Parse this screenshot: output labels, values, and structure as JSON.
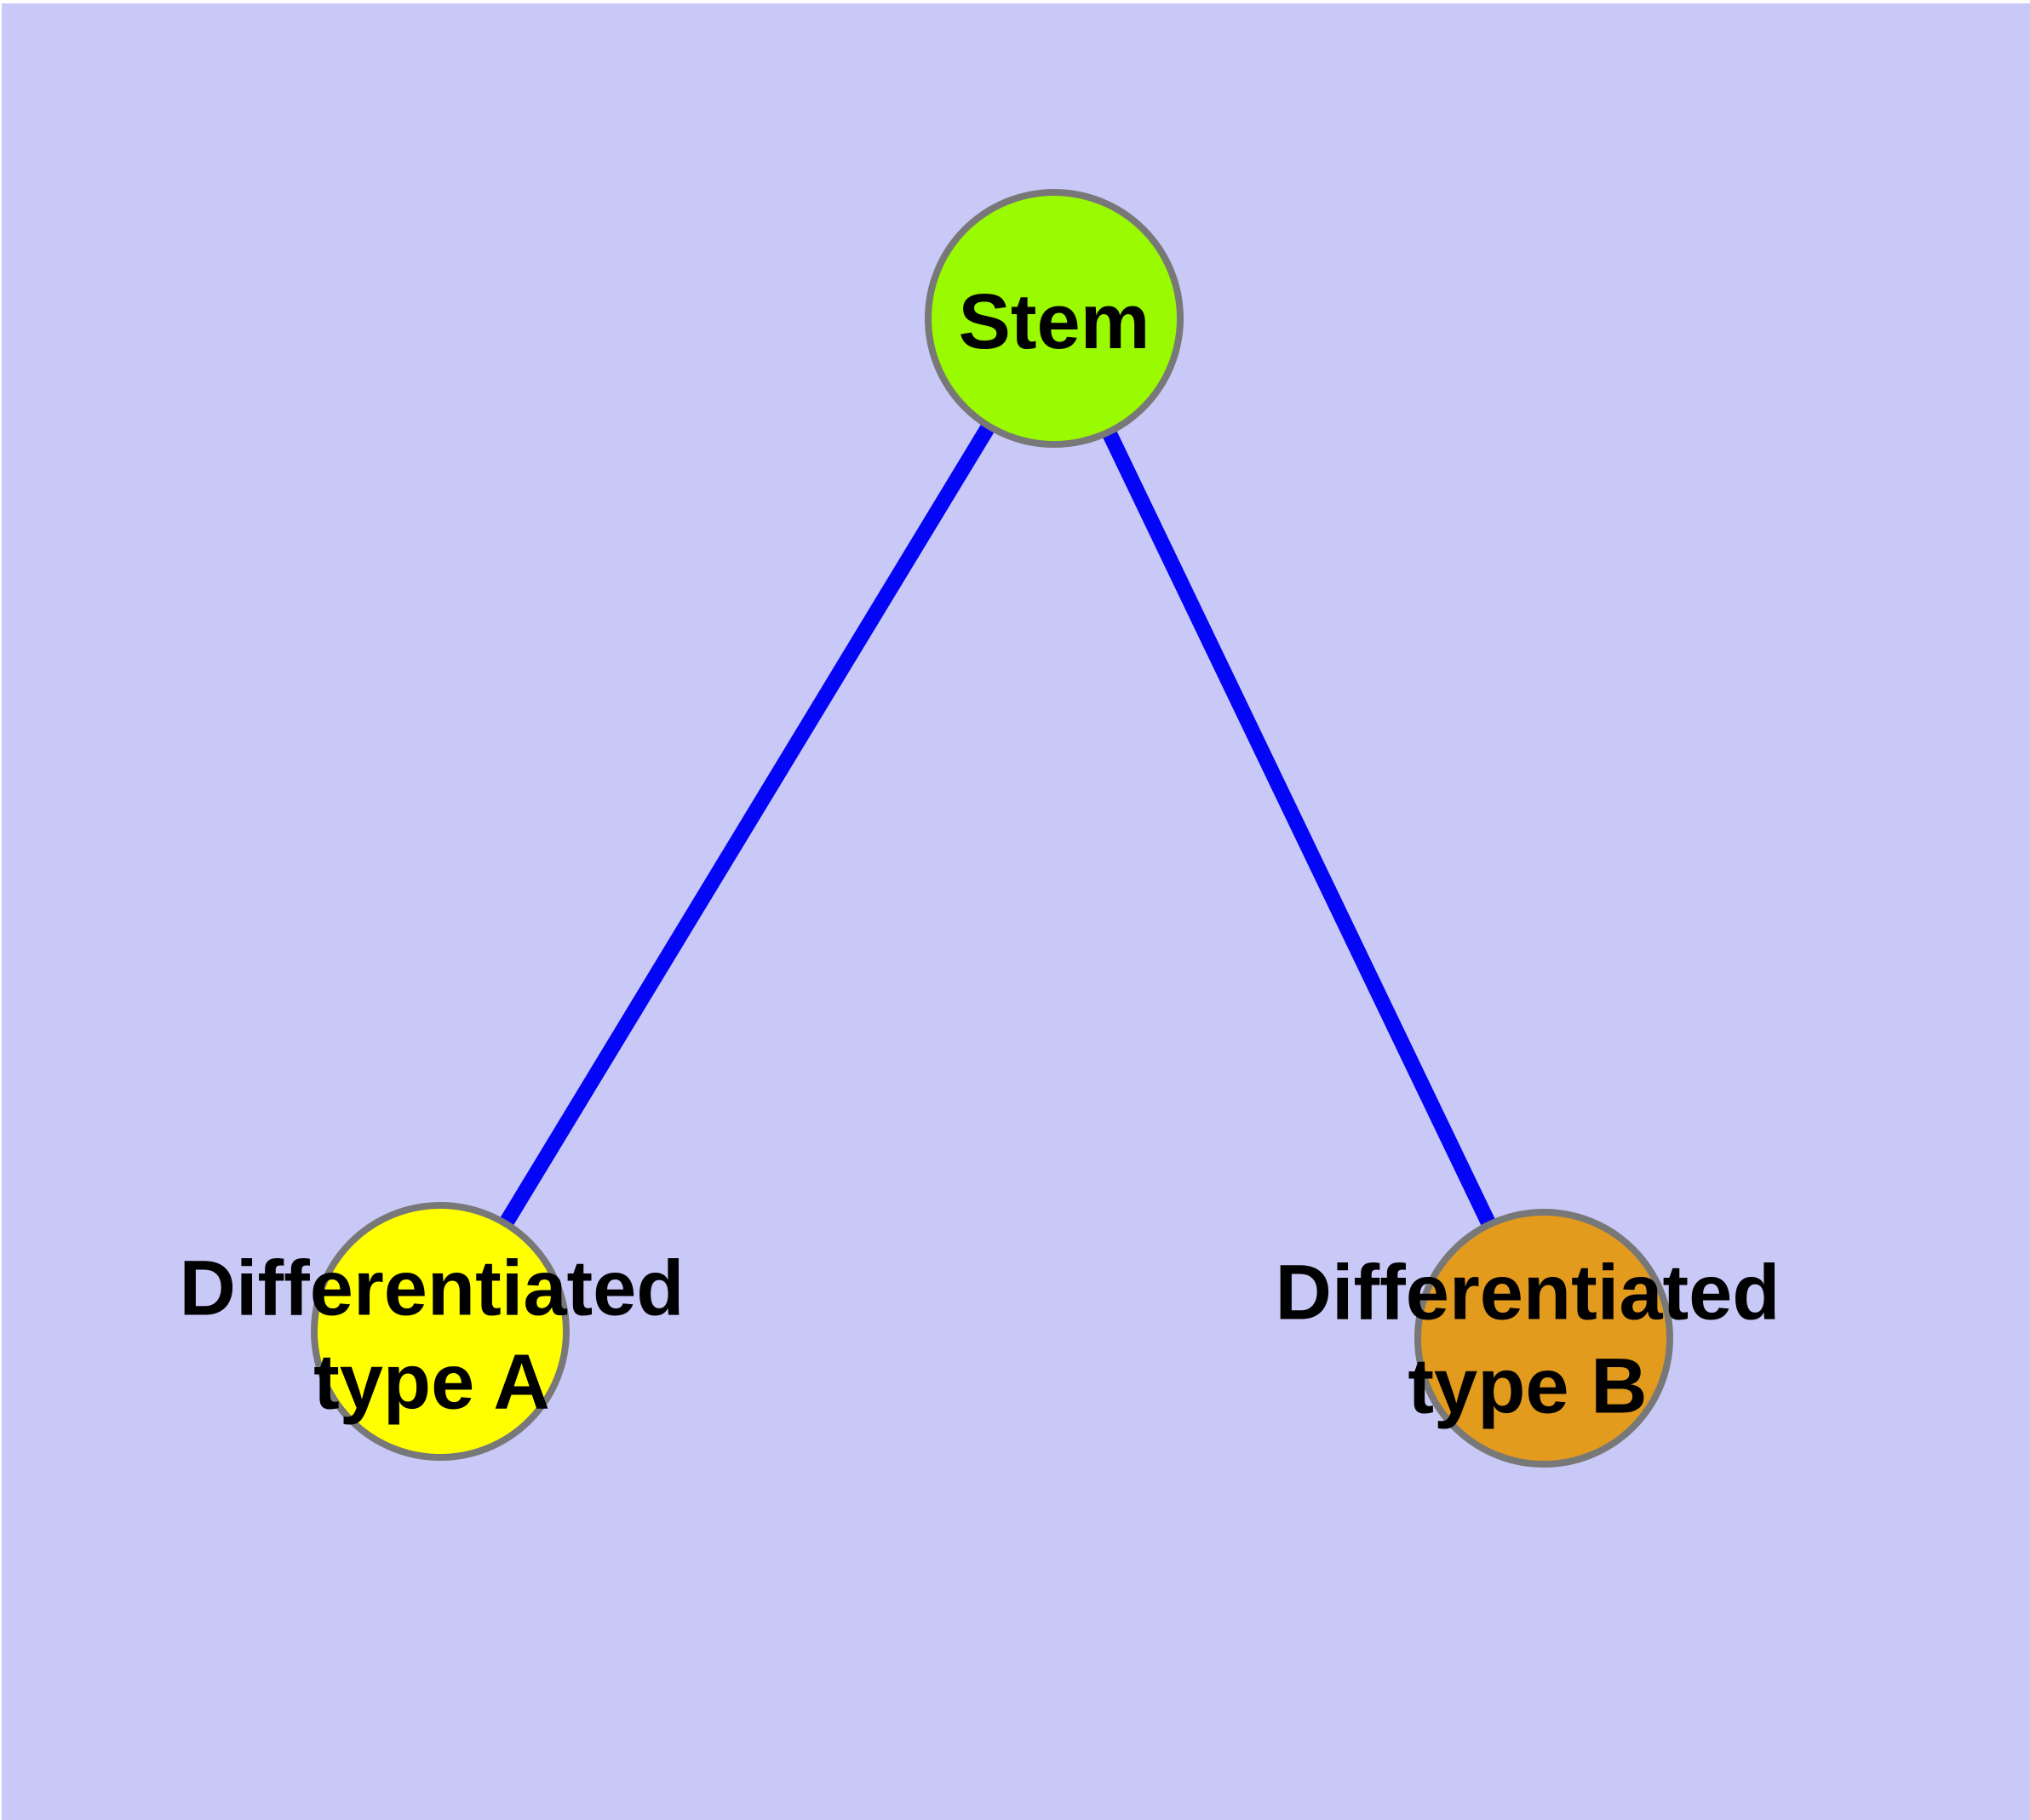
{
  "diagram": {
    "type": "node-link-graph",
    "background_color": "#C9C9F7",
    "edge_color": "#0404F6",
    "node_border_color": "#787878",
    "label_color": "#000000",
    "nodes": [
      {
        "id": "stem",
        "label": "Stem",
        "color": "#9AFA00"
      },
      {
        "id": "type-a",
        "label": "Differentiated\ntype A",
        "color": "#FFFF00"
      },
      {
        "id": "type-b",
        "label": "Differentiated\ntype B",
        "color": "#E39B1E"
      }
    ],
    "edges": [
      {
        "from": "stem",
        "to": "type-a"
      },
      {
        "from": "stem",
        "to": "type-b"
      }
    ]
  }
}
